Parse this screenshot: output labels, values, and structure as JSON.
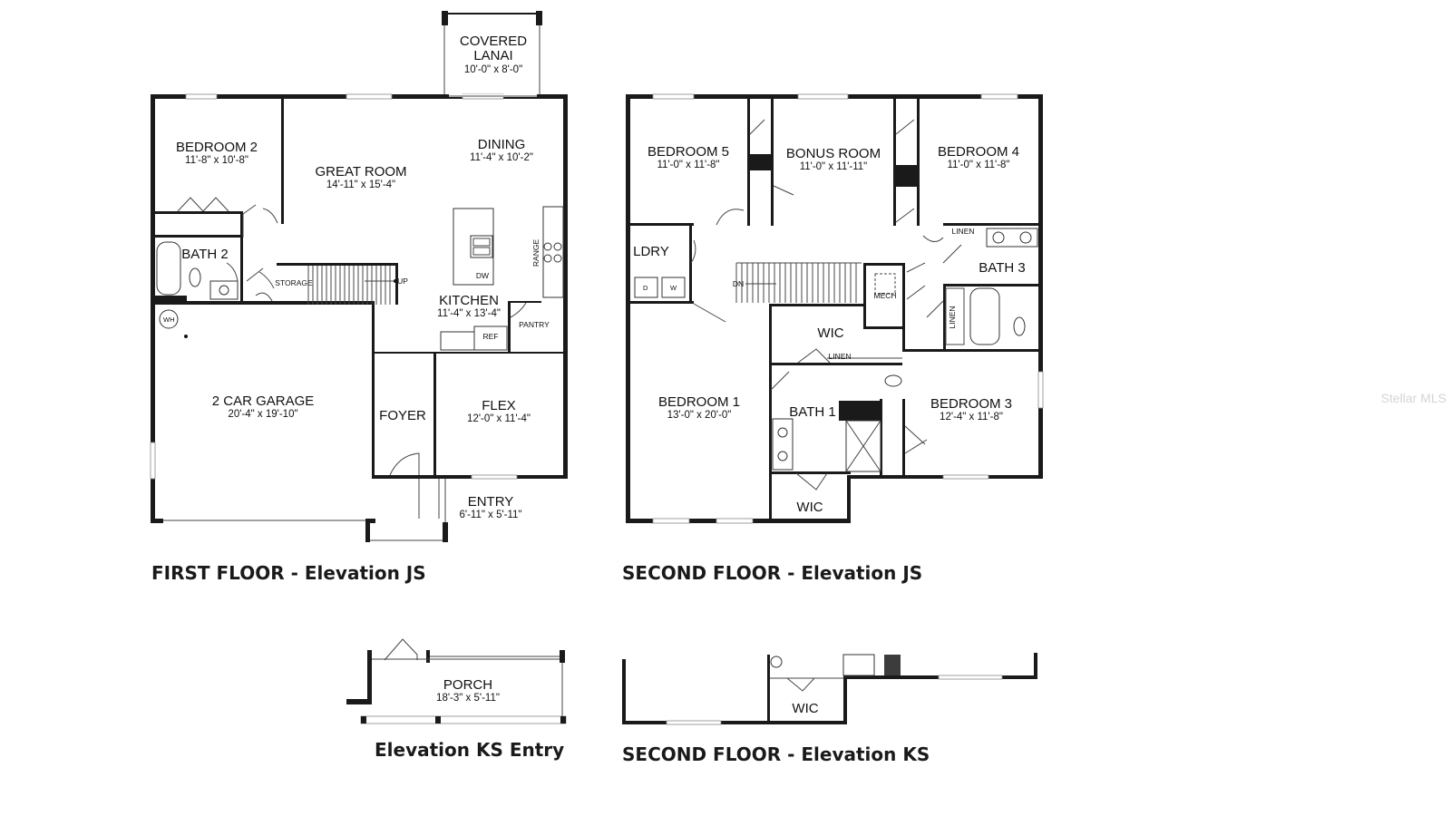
{
  "first_floor": {
    "caption": "FIRST FLOOR - Elevation JS",
    "covered_lanai": {
      "line1": "COVERED",
      "line2": "LANAI",
      "dim": "10'-0\" x 8'-0\""
    },
    "bedroom2": {
      "name": "BEDROOM 2",
      "dim": "11'-8\" x 10'-8\""
    },
    "great_room": {
      "name": "GREAT ROOM",
      "dim": "14'-11\" x 15'-4\""
    },
    "dining": {
      "name": "DINING",
      "dim": "11'-4\" x 10'-2\""
    },
    "bath2": {
      "name": "BATH 2"
    },
    "storage": "STORAGE",
    "up": "UP",
    "kitchen": {
      "name": "KITCHEN",
      "dim": "11'-4\" x 13'-4\""
    },
    "dw": "DW",
    "range": "RANGE",
    "pantry": "PANTRY",
    "ref": "REF",
    "wh": "WH",
    "garage": {
      "name": "2 CAR GARAGE",
      "dim": "20'-4\" x 19'-10\""
    },
    "foyer": "FOYER",
    "flex": {
      "name": "FLEX",
      "dim": "12'-0\" x 11'-4\""
    },
    "entry": {
      "name": "ENTRY",
      "dim": "6'-11\" x 5'-11\""
    }
  },
  "second_floor": {
    "caption": "SECOND FLOOR - Elevation JS",
    "bedroom5": {
      "name": "BEDROOM 5",
      "dim": "11'-0\" x 11'-8\""
    },
    "bonus_room": {
      "name": "BONUS ROOM",
      "dim": "11'-0\" x 11'-11\""
    },
    "bedroom4": {
      "name": "BEDROOM 4",
      "dim": "11'-0\" x 11'-8\""
    },
    "ldry": "LDRY",
    "d": "D",
    "w": "W",
    "dn": "DN",
    "mech": "MECH",
    "linen_top": "LINEN",
    "bath3": "BATH 3",
    "linen_side": "LINEN",
    "wic_main": "WIC",
    "linen_mid": "LINEN",
    "bedroom1": {
      "name": "BEDROOM 1",
      "dim": "13'-0\" x 20'-0\""
    },
    "bath1": "BATH 1",
    "wic_lower": "WIC",
    "bedroom3": {
      "name": "BEDROOM 3",
      "dim": "12'-4\" x 11'-8\""
    }
  },
  "ks_entry": {
    "caption": "Elevation KS Entry",
    "porch": {
      "name": "PORCH",
      "dim": "18'-3\" x 5'-11\""
    }
  },
  "second_floor_ks": {
    "caption": "SECOND FLOOR - Elevation KS",
    "wic": "WIC"
  },
  "watermark": "Stellar MLS"
}
